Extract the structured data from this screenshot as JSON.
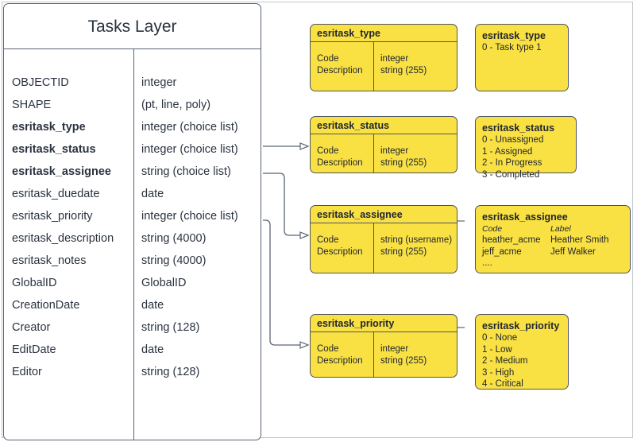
{
  "diagram": {
    "title": "Tasks Layer",
    "colors": {
      "domain_fill": "#FAE143",
      "stroke": "#4C5464",
      "entity_stroke": "#5A6474",
      "frame": "#C2C6CC"
    }
  },
  "entity": {
    "title": "Tasks Layer",
    "fields": [
      {
        "name": "OBJECTID",
        "type": "integer",
        "key": false
      },
      {
        "name": "SHAPE",
        "type": "(pt, line, poly)",
        "key": false
      },
      {
        "name": "esritask_type",
        "type": "integer (choice list)",
        "key": true
      },
      {
        "name": "esritask_status",
        "type": "integer (choice list)",
        "key": true
      },
      {
        "name": "esritask_assignee",
        "type": "string (choice list)",
        "key": true
      },
      {
        "name": "esritask_duedate",
        "type": "date",
        "key": false
      },
      {
        "name": "esritask_priority",
        "type": "integer (choice list)",
        "key": false
      },
      {
        "name": "esritask_description",
        "type": "string (4000)",
        "key": false
      },
      {
        "name": "esritask_notes",
        "type": "string (4000)",
        "key": false
      },
      {
        "name": "GlobalID",
        "type": "GlobalID",
        "key": false
      },
      {
        "name": "CreationDate",
        "type": "date",
        "key": false
      },
      {
        "name": "Creator",
        "type": "string (128)",
        "key": false
      },
      {
        "name": "EditDate",
        "type": "date",
        "key": false
      },
      {
        "name": "Editor",
        "type": "string (128)",
        "key": false
      }
    ]
  },
  "domain_tables": [
    {
      "title": "esritask_type",
      "rows": [
        {
          "label": "Code",
          "type": "integer"
        },
        {
          "label": "Description",
          "type": "string (255)"
        }
      ]
    },
    {
      "title": "esritask_status",
      "rows": [
        {
          "label": "Code",
          "type": "integer"
        },
        {
          "label": "Description",
          "type": "string (255)"
        }
      ]
    },
    {
      "title": "esritask_assignee",
      "rows": [
        {
          "label": "Code",
          "type": "string  (username)"
        },
        {
          "label": "Description",
          "type": "string (255)"
        }
      ]
    },
    {
      "title": "esritask_priority",
      "rows": [
        {
          "label": "Code",
          "type": "integer"
        },
        {
          "label": "Description",
          "type": "string (255)"
        }
      ]
    }
  ],
  "value_boxes": [
    {
      "title": "esritask_type",
      "lines": [
        "0 - Task type 1"
      ]
    },
    {
      "title": "esritask_status",
      "lines": [
        "0 - Unassigned",
        "1 - Assigned",
        "2 - In Progress",
        "3 - Completed"
      ]
    },
    {
      "title": "esritask_assignee",
      "header": {
        "code": "Code",
        "label": "Label"
      },
      "pairs": [
        {
          "code": "heather_acme",
          "label": "Heather Smith"
        },
        {
          "code": "jeff_acme",
          "label": "Jeff Walker"
        }
      ],
      "ellipsis": "...."
    },
    {
      "title": "esritask_priority",
      "lines": [
        "0 - None",
        "1 - Low",
        "2 - Medium",
        "3 - High",
        "4 - Critical"
      ]
    }
  ]
}
